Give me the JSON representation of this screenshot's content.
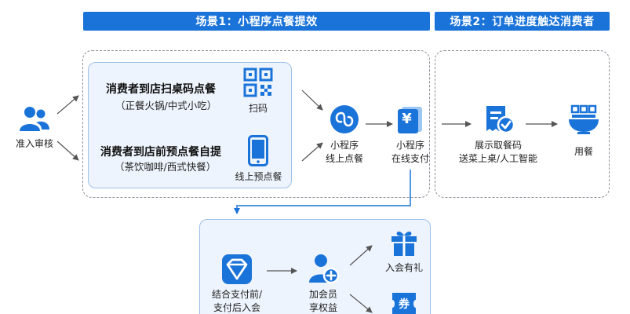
{
  "colors": {
    "primary": "#1a73d9",
    "panel_bg": "#eef4fd",
    "panel_border": "#9cc0ea",
    "dashed": "#8a8f98",
    "arrow": "#555555"
  },
  "scenes": {
    "scene1": "场景1：小程序点餐提效",
    "scene2": "场景2：订单进度触达消费者"
  },
  "nodes": {
    "entry": "准入审核",
    "dine_in_title": "消费者到店扫桌码点餐",
    "dine_in_sub": "（正餐火锅/中式小吃）",
    "pre_order_title": "消费者到店前预点餐自提",
    "pre_order_sub": "（茶饮咖啡/西式快餐）",
    "scan": "扫码",
    "online_pre_order": "线上预点餐",
    "mini_program": "小程序",
    "online_order": "线上点餐",
    "mini_program_pay": "小程序",
    "online_pay": "在线支付",
    "show_code": "展示取餐码",
    "delivery": "送菜上桌/人工智能",
    "dining": "用餐",
    "join_line1": "结合支付前/",
    "join_line2": "支付后入会",
    "member_line1": "加会员",
    "member_line2": "享权益",
    "gift": "入会有礼",
    "coupon_glyph": "券",
    "yuan_glyph": "¥"
  },
  "icons": [
    "user-group-icon",
    "qr-code-icon",
    "phone-icon",
    "mini-program-icon",
    "yuan-receipt-icon",
    "receipt-check-icon",
    "qr-bowl-icon",
    "diamond-icon",
    "user-add-icon",
    "gift-icon",
    "coupon-icon"
  ]
}
